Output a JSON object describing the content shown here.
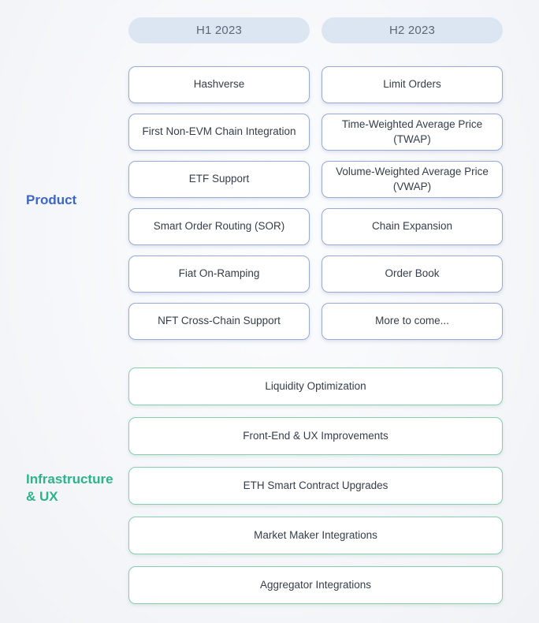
{
  "periods": [
    {
      "label": "H1 2023"
    },
    {
      "label": "H2 2023"
    }
  ],
  "sections": {
    "product": {
      "label": "Product",
      "accent_color": "#3c66cc"
    },
    "infrastructure": {
      "label": "Infrastructure & UX",
      "accent_color": "#2db389"
    }
  },
  "product": {
    "h1_items": [
      "Hashverse",
      "First Non-EVM Chain Integration",
      "ETF Support",
      "Smart Order Routing (SOR)",
      "Fiat On-Ramping",
      "NFT Cross-Chain Support"
    ],
    "h2_items": [
      "Limit Orders",
      "Time-Weighted Average Price (TWAP)",
      "Volume-Weighted Average Price (VWAP)",
      "Chain Expansion",
      "Order Book",
      "More to come..."
    ]
  },
  "infrastructure": {
    "items": [
      "Liquidity Optimization",
      "Front-End & UX Improvements",
      "ETH Smart Contract Upgrades",
      "Market Maker Integrations",
      "Aggregator Integrations"
    ]
  },
  "colors": {
    "background": "#f6f7fa",
    "pill_background": "#dce6f3",
    "pill_text": "#5d6777",
    "product_box_border": "#99abd4",
    "infrastructure_box_border": "#84cfad",
    "box_background": "#ffffff",
    "box_text": "#353d4b"
  }
}
